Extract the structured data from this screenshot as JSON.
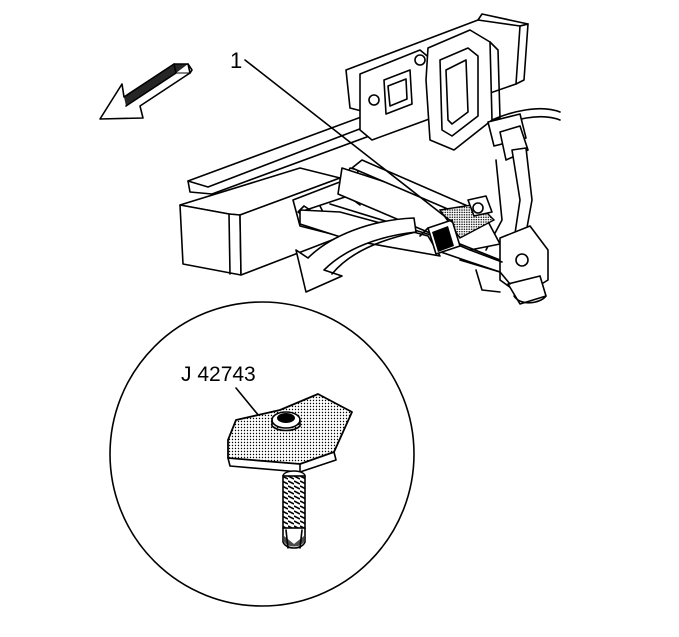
{
  "figure": {
    "callout_number": "1",
    "tool_label": "J 42743"
  },
  "icons": {
    "direction_arrow": "front-direction-arrow",
    "detail_arrow": "curved-detail-arrow"
  }
}
